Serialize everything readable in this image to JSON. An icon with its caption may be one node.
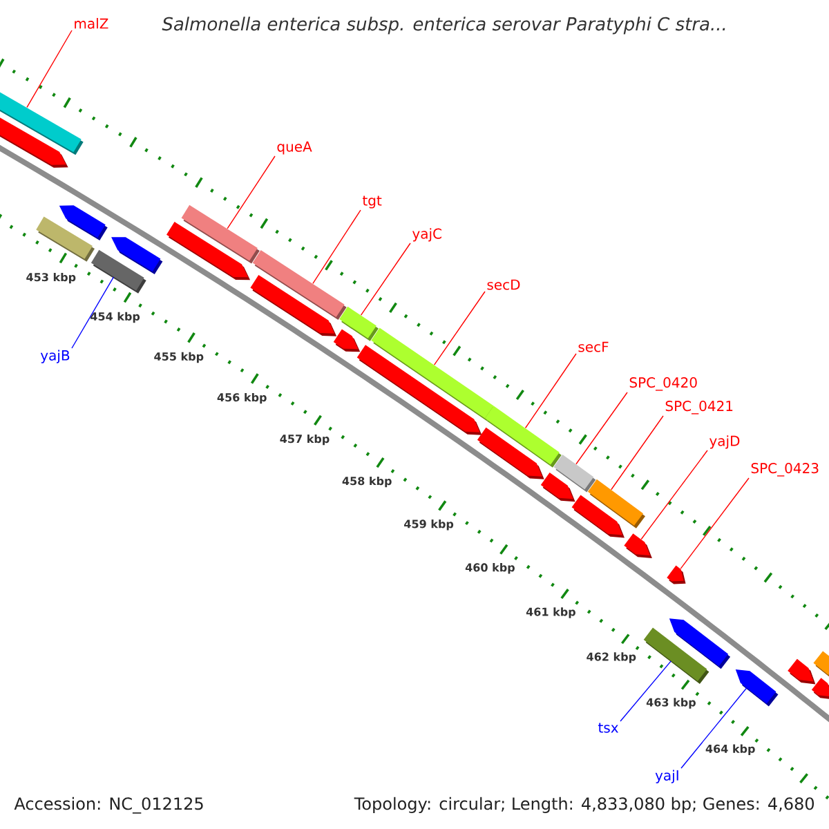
{
  "diagram": {
    "title": "Salmonella enterica subsp. enterica serovar Paratyphi C stra...",
    "nodes": [
      {
        "text": [
          "malZ"
        ]
      },
      {
        "text": [
          "queA"
        ]
      },
      {
        "text": [
          "tgt"
        ]
      },
      {
        "text": [
          "yajC"
        ]
      },
      {
        "text": [
          "secD"
        ]
      },
      {
        "text": [
          "secF"
        ]
      },
      {
        "text": [
          "SPC_0420"
        ]
      },
      {
        "text": [
          "SPC_0421"
        ]
      },
      {
        "text": [
          "yajD"
        ]
      },
      {
        "text": [
          "SPC_0423"
        ]
      },
      {
        "text": [
          "yajB"
        ]
      },
      {
        "text": [
          "tsx"
        ]
      },
      {
        "text": [
          "yajI"
        ]
      },
      {
        "text": [],
        "shape": "bar"
      },
      {
        "text": [],
        "shape": "pentagon"
      },
      {
        "text": [],
        "shape": "bar"
      },
      {
        "text": [],
        "shape": "pentagon"
      },
      {
        "text": [],
        "shape": "bar"
      },
      {
        "text": [],
        "shape": "pentagon"
      },
      {
        "text": [],
        "shape": "pentagon"
      },
      {
        "text": [],
        "shape": "bar"
      },
      {
        "text": [],
        "shape": "bar"
      },
      {
        "text": [],
        "shape": "pentagon"
      },
      {
        "text": [],
        "shape": "bar"
      },
      {
        "text": [],
        "shape": "pentagon"
      },
      {
        "text": [],
        "shape": "pentagon"
      },
      {
        "text": [],
        "shape": "bar"
      },
      {
        "text": [],
        "shape": "bar"
      },
      {
        "text": [],
        "shape": "pentagon"
      },
      {
        "text": [],
        "shape": "bar"
      },
      {
        "text": [],
        "shape": "pentagon"
      },
      {
        "text": [],
        "shape": "pentagon"
      },
      {
        "text": [],
        "shape": "bar"
      },
      {
        "text": [],
        "shape": "pentagon"
      },
      {
        "text": [],
        "shape": "pentagon"
      },
      {
        "text": [],
        "shape": "bar"
      },
      {
        "text": [],
        "shape": "pentagon"
      },
      {
        "text": [],
        "shape": "pentagon"
      },
      {
        "text": [],
        "shape": "pentagon"
      },
      {
        "text": [],
        "shape": "bar"
      },
      {
        "text": [],
        "shape": "pentagon"
      }
    ],
    "edges": [
      {
        "from": 0,
        "to": 13,
        "arrow": "none"
      },
      {
        "from": 1,
        "to": 20,
        "arrow": "none"
      },
      {
        "from": 2,
        "to": 21,
        "arrow": "none"
      },
      {
        "from": 3,
        "to": 23,
        "arrow": "none"
      },
      {
        "from": 4,
        "to": 26,
        "arrow": "none"
      },
      {
        "from": 5,
        "to": 27,
        "arrow": "none"
      },
      {
        "from": 6,
        "to": 29,
        "arrow": "none"
      },
      {
        "from": 7,
        "to": 32,
        "arrow": "none"
      },
      {
        "from": 8,
        "to": 33,
        "arrow": "none"
      },
      {
        "from": 9,
        "to": 34,
        "arrow": "none"
      },
      {
        "from": 10,
        "to": 17,
        "arrow": "none",
        "color": "#0000ff"
      },
      {
        "from": 11,
        "to": 35,
        "arrow": "none",
        "color": "#0000ff"
      },
      {
        "from": 12,
        "to": 37,
        "arrow": "none",
        "color": "#0000ff"
      }
    ],
    "labels": [
      "453 kbp",
      "454 kbp",
      "455 kbp",
      "456 kbp",
      "457 kbp",
      "458 kbp",
      "459 kbp",
      "460 kbp",
      "461 kbp",
      "462 kbp",
      "463 kbp",
      "464 kbp",
      "Accession: NC_012125",
      "Topology: circular; Length: 4,833,080 bp; Genes: 4,680"
    ]
  }
}
